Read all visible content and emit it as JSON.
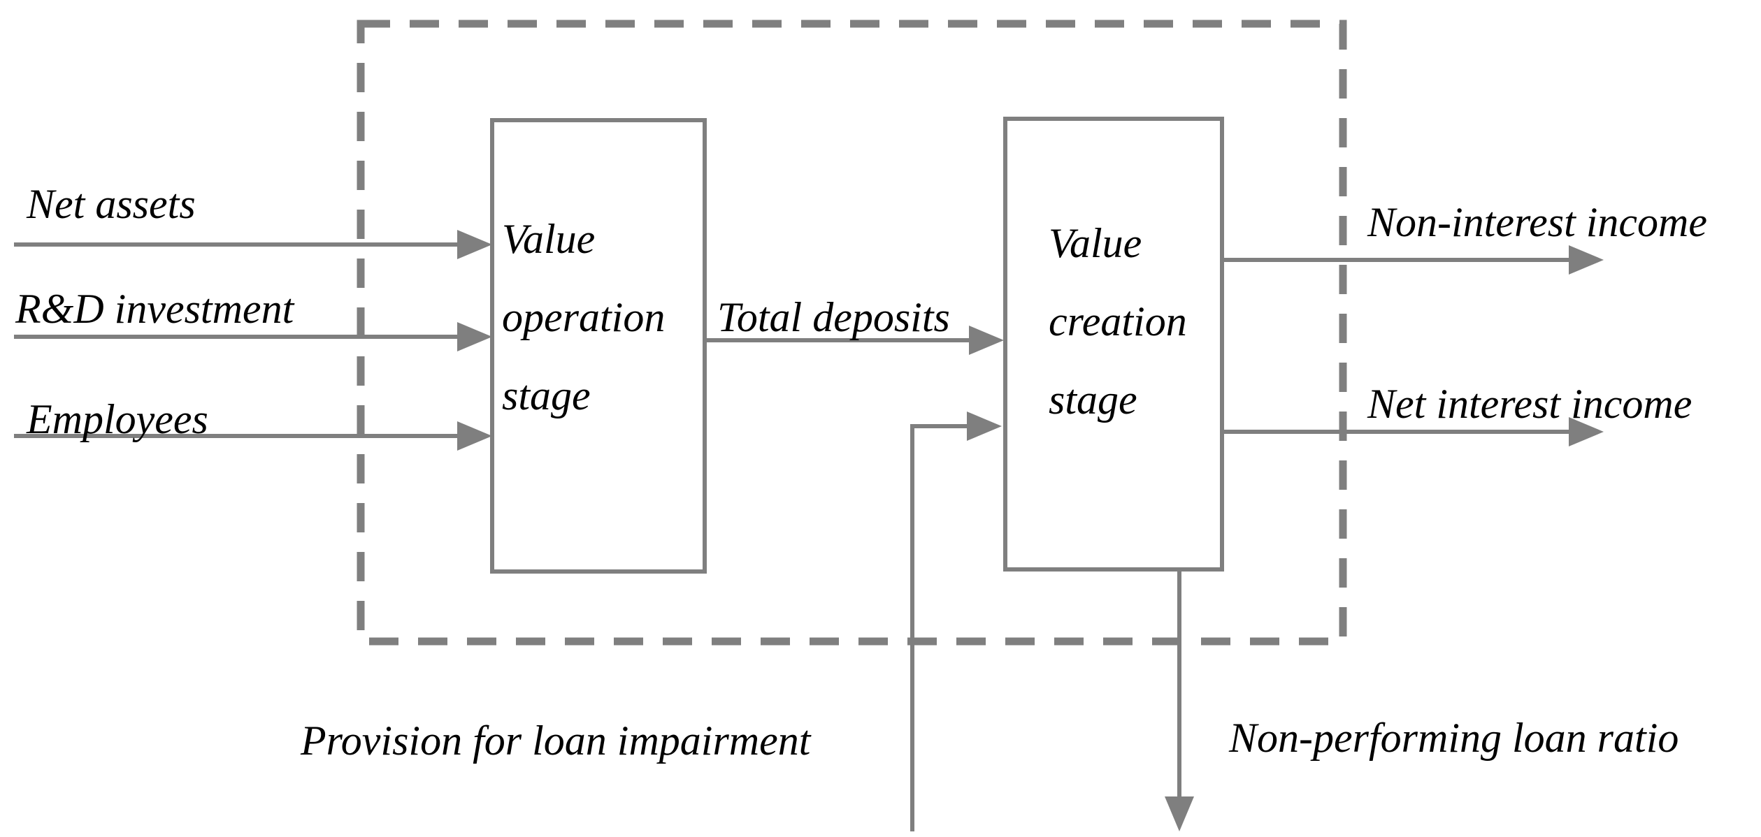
{
  "figure": {
    "colors": {
      "line": "#7f7f7f",
      "text": "#000000",
      "background": "#ffffff"
    },
    "inputs": [
      {
        "label": "Net assets"
      },
      {
        "label": "R&D investment"
      },
      {
        "label": "Employees"
      }
    ],
    "stages": [
      {
        "id": "value-operation-stage",
        "lines": [
          "Value",
          "operation",
          "stage"
        ]
      },
      {
        "id": "value-creation-stage",
        "lines": [
          "Value",
          "creation",
          "stage"
        ]
      }
    ],
    "flow_label": {
      "label": "Total deposits"
    },
    "outputs": [
      {
        "label": "Non-interest income"
      },
      {
        "label": "Net interest income"
      }
    ],
    "bottom_input": {
      "label": "Provision for loan impairment"
    },
    "bottom_output": {
      "label": "Non-performing loan ratio"
    }
  }
}
